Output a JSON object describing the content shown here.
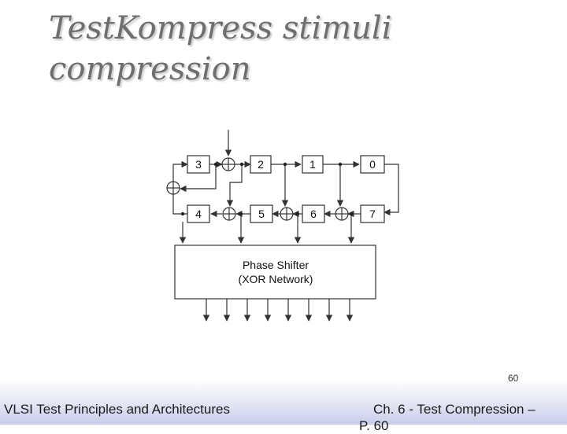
{
  "slide": {
    "title": "TestKompress stimuli\ncompression"
  },
  "diagram": {
    "register_cells_top": [
      "3",
      "2",
      "1",
      "0"
    ],
    "register_cells_bottom": [
      "4",
      "5",
      "6",
      "7"
    ],
    "phase_shifter_line1": "Phase Shifter",
    "phase_shifter_line2": "(XOR Network)"
  },
  "footer": {
    "left_text": "VLSI Test Principles and Architectures",
    "page_number": "60",
    "right_text": "Ch. 6 - Test Compression –",
    "right_text_cont": "P. 60"
  }
}
